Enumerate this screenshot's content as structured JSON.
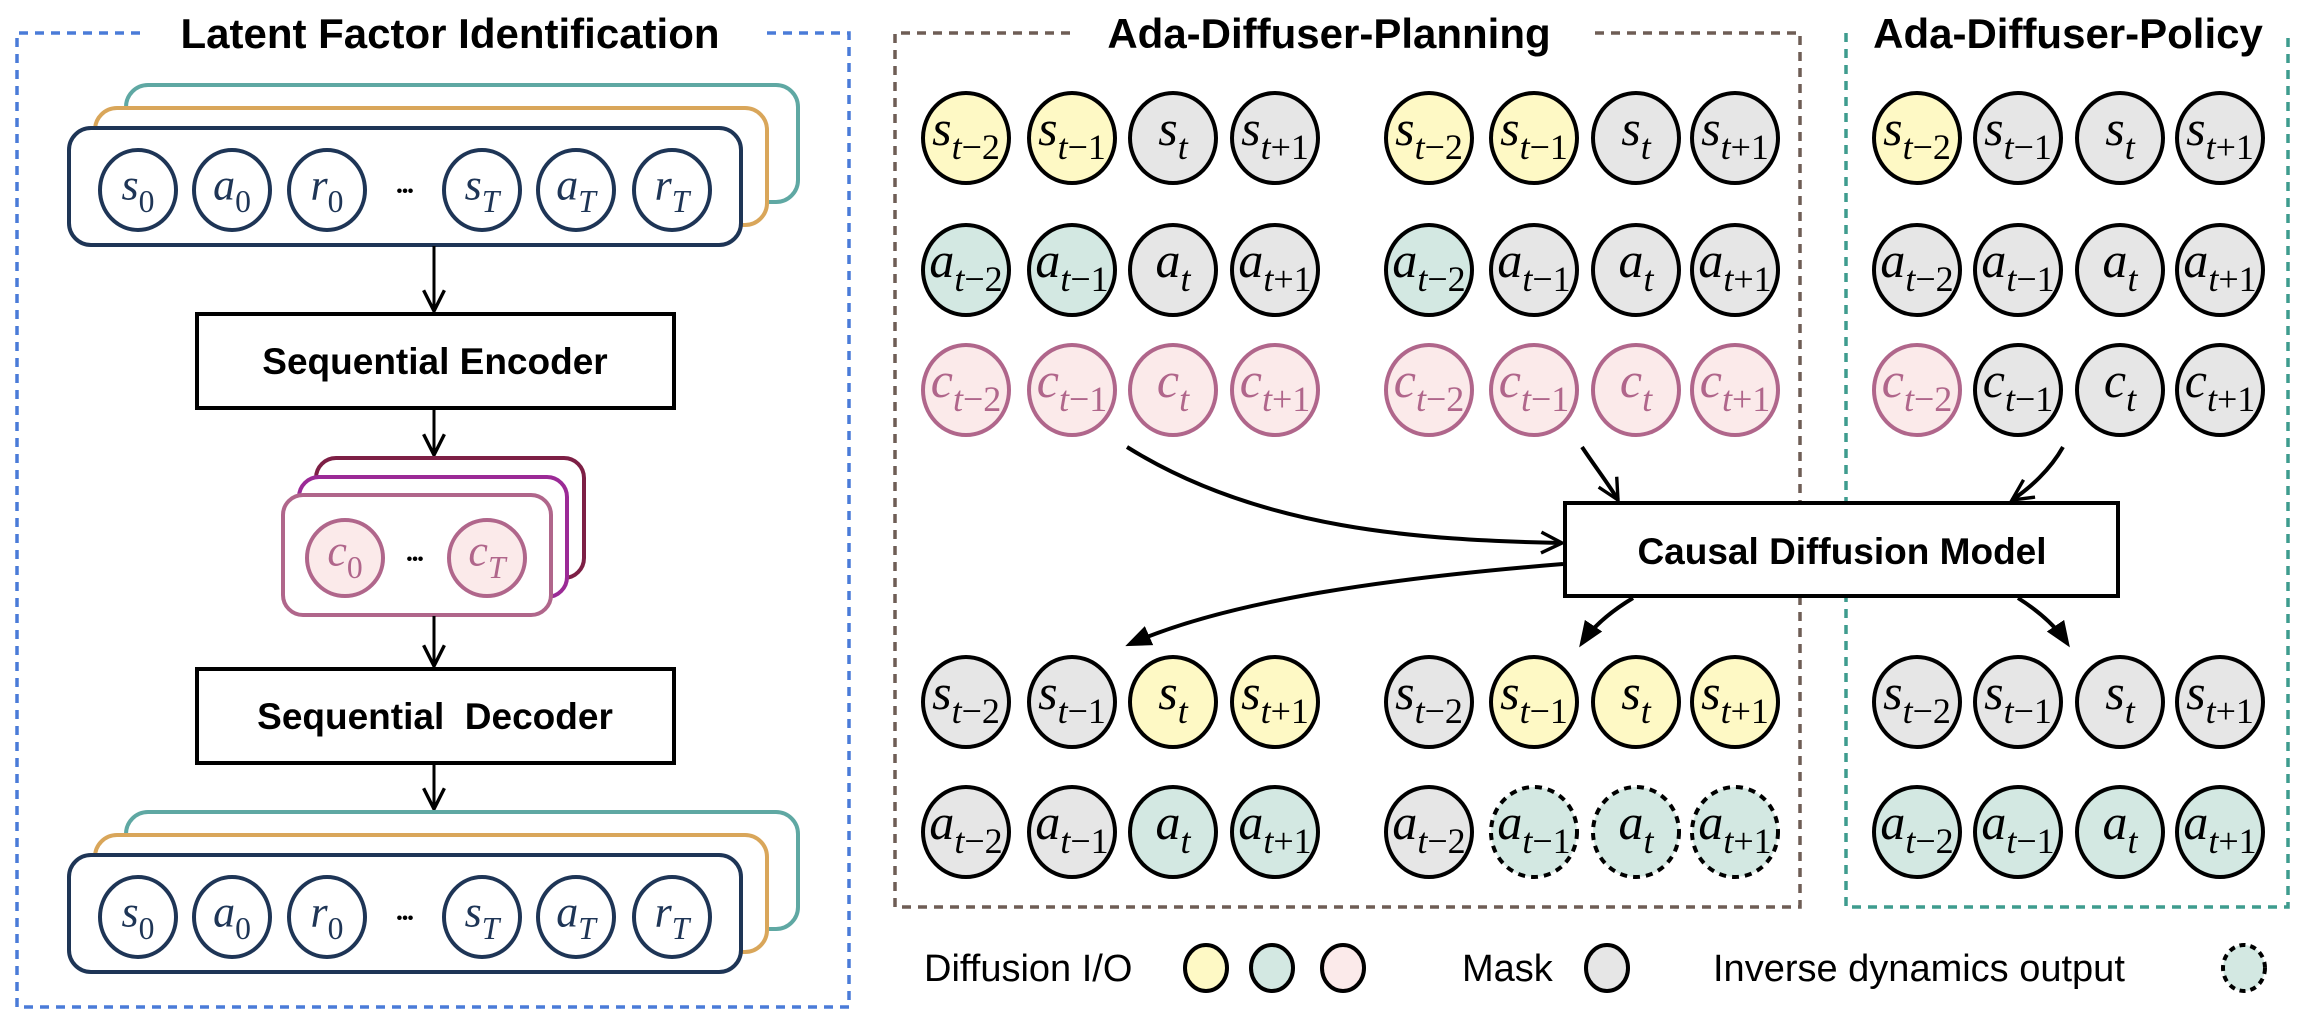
{
  "sections": {
    "latent": {
      "title": "Latent Factor Identification",
      "encoder_label": "Sequential Encoder",
      "decoder_label": "Sequential  Decoder",
      "trajectory_nodes": [
        {
          "base": "s",
          "sub": "0"
        },
        {
          "base": "a",
          "sub": "0"
        },
        {
          "base": "r",
          "sub": "0"
        },
        {
          "base": "…",
          "sub": ""
        },
        {
          "base": "s",
          "sub": "T"
        },
        {
          "base": "a",
          "sub": "T"
        },
        {
          "base": "r",
          "sub": "T"
        }
      ],
      "latent_nodes": [
        {
          "base": "c",
          "sub": "0"
        },
        {
          "base": "…",
          "sub": ""
        },
        {
          "base": "c",
          "sub": "T"
        }
      ]
    },
    "planning": {
      "title": "Ada-Diffuser-Planning"
    },
    "policy": {
      "title": "Ada-Diffuser-Policy"
    },
    "model": {
      "label": "Causal Diffusion Model"
    }
  },
  "timesteps": [
    "t−2",
    "t−1",
    "t",
    "t+1"
  ],
  "node_types": {
    "io_state": {
      "fill": "#FEF9C5",
      "stroke": "#000000",
      "dashed": false
    },
    "io_action": {
      "fill": "#D3E8E2",
      "stroke": "#000000",
      "dashed": false
    },
    "io_latent": {
      "fill": "#FBEAEA",
      "stroke": "#B0668B",
      "dashed": false
    },
    "mask": {
      "fill": "#E6E6E6",
      "stroke": "#000000",
      "dashed": false
    },
    "inv": {
      "fill": "#D3E8E2",
      "stroke": "#000000",
      "dashed": true
    }
  },
  "grids": [
    {
      "id": "planning-a-input",
      "rows": [
        {
          "var": "s",
          "types": [
            "io_state",
            "io_state",
            "mask",
            "mask"
          ]
        },
        {
          "var": "a",
          "types": [
            "io_action",
            "io_action",
            "mask",
            "mask"
          ]
        },
        {
          "var": "c",
          "types": [
            "io_latent",
            "io_latent",
            "io_latent",
            "io_latent"
          ]
        }
      ]
    },
    {
      "id": "planning-b-input",
      "rows": [
        {
          "var": "s",
          "types": [
            "io_state",
            "io_state",
            "mask",
            "mask"
          ]
        },
        {
          "var": "a",
          "types": [
            "io_action",
            "mask",
            "mask",
            "mask"
          ]
        },
        {
          "var": "c",
          "types": [
            "io_latent",
            "io_latent",
            "io_latent",
            "io_latent"
          ]
        }
      ]
    },
    {
      "id": "policy-input",
      "rows": [
        {
          "var": "s",
          "types": [
            "io_state",
            "mask",
            "mask",
            "mask"
          ]
        },
        {
          "var": "a",
          "types": [
            "mask",
            "mask",
            "mask",
            "mask"
          ]
        },
        {
          "var": "c",
          "types": [
            "io_latent",
            "mask",
            "mask",
            "mask"
          ]
        }
      ]
    },
    {
      "id": "planning-a-output",
      "rows": [
        {
          "var": "s",
          "types": [
            "mask",
            "mask",
            "io_state",
            "io_state"
          ]
        },
        {
          "var": "a",
          "types": [
            "mask",
            "mask",
            "io_action",
            "io_action"
          ]
        }
      ]
    },
    {
      "id": "planning-b-output",
      "rows": [
        {
          "var": "s",
          "types": [
            "mask",
            "io_state",
            "io_state",
            "io_state"
          ]
        },
        {
          "var": "a",
          "types": [
            "mask",
            "inv",
            "inv",
            "inv"
          ]
        }
      ]
    },
    {
      "id": "policy-output",
      "rows": [
        {
          "var": "s",
          "types": [
            "mask",
            "mask",
            "mask",
            "mask"
          ]
        },
        {
          "var": "a",
          "types": [
            "io_action",
            "io_action",
            "io_action",
            "io_action"
          ]
        }
      ]
    }
  ],
  "legend": {
    "diffusion_io_label": "Diffusion I/O",
    "diffusion_io_types": [
      "io_state",
      "io_action",
      "io_latent"
    ],
    "mask_label": "Mask",
    "inverse_label": "Inverse dynamics output"
  },
  "colors": {
    "latent_border": "#4A7BD8",
    "planning_border": "#6E5D55",
    "policy_border": "#3E9C8E",
    "trajectory_front": "#1E3556",
    "trajectory_mid": "#D9A65A",
    "trajectory_back": "#5FA8A3",
    "latent_front": "#B0668B",
    "latent_mid": "#9B2A96",
    "latent_back": "#7D1F45",
    "latent_text": "#B0668B"
  }
}
